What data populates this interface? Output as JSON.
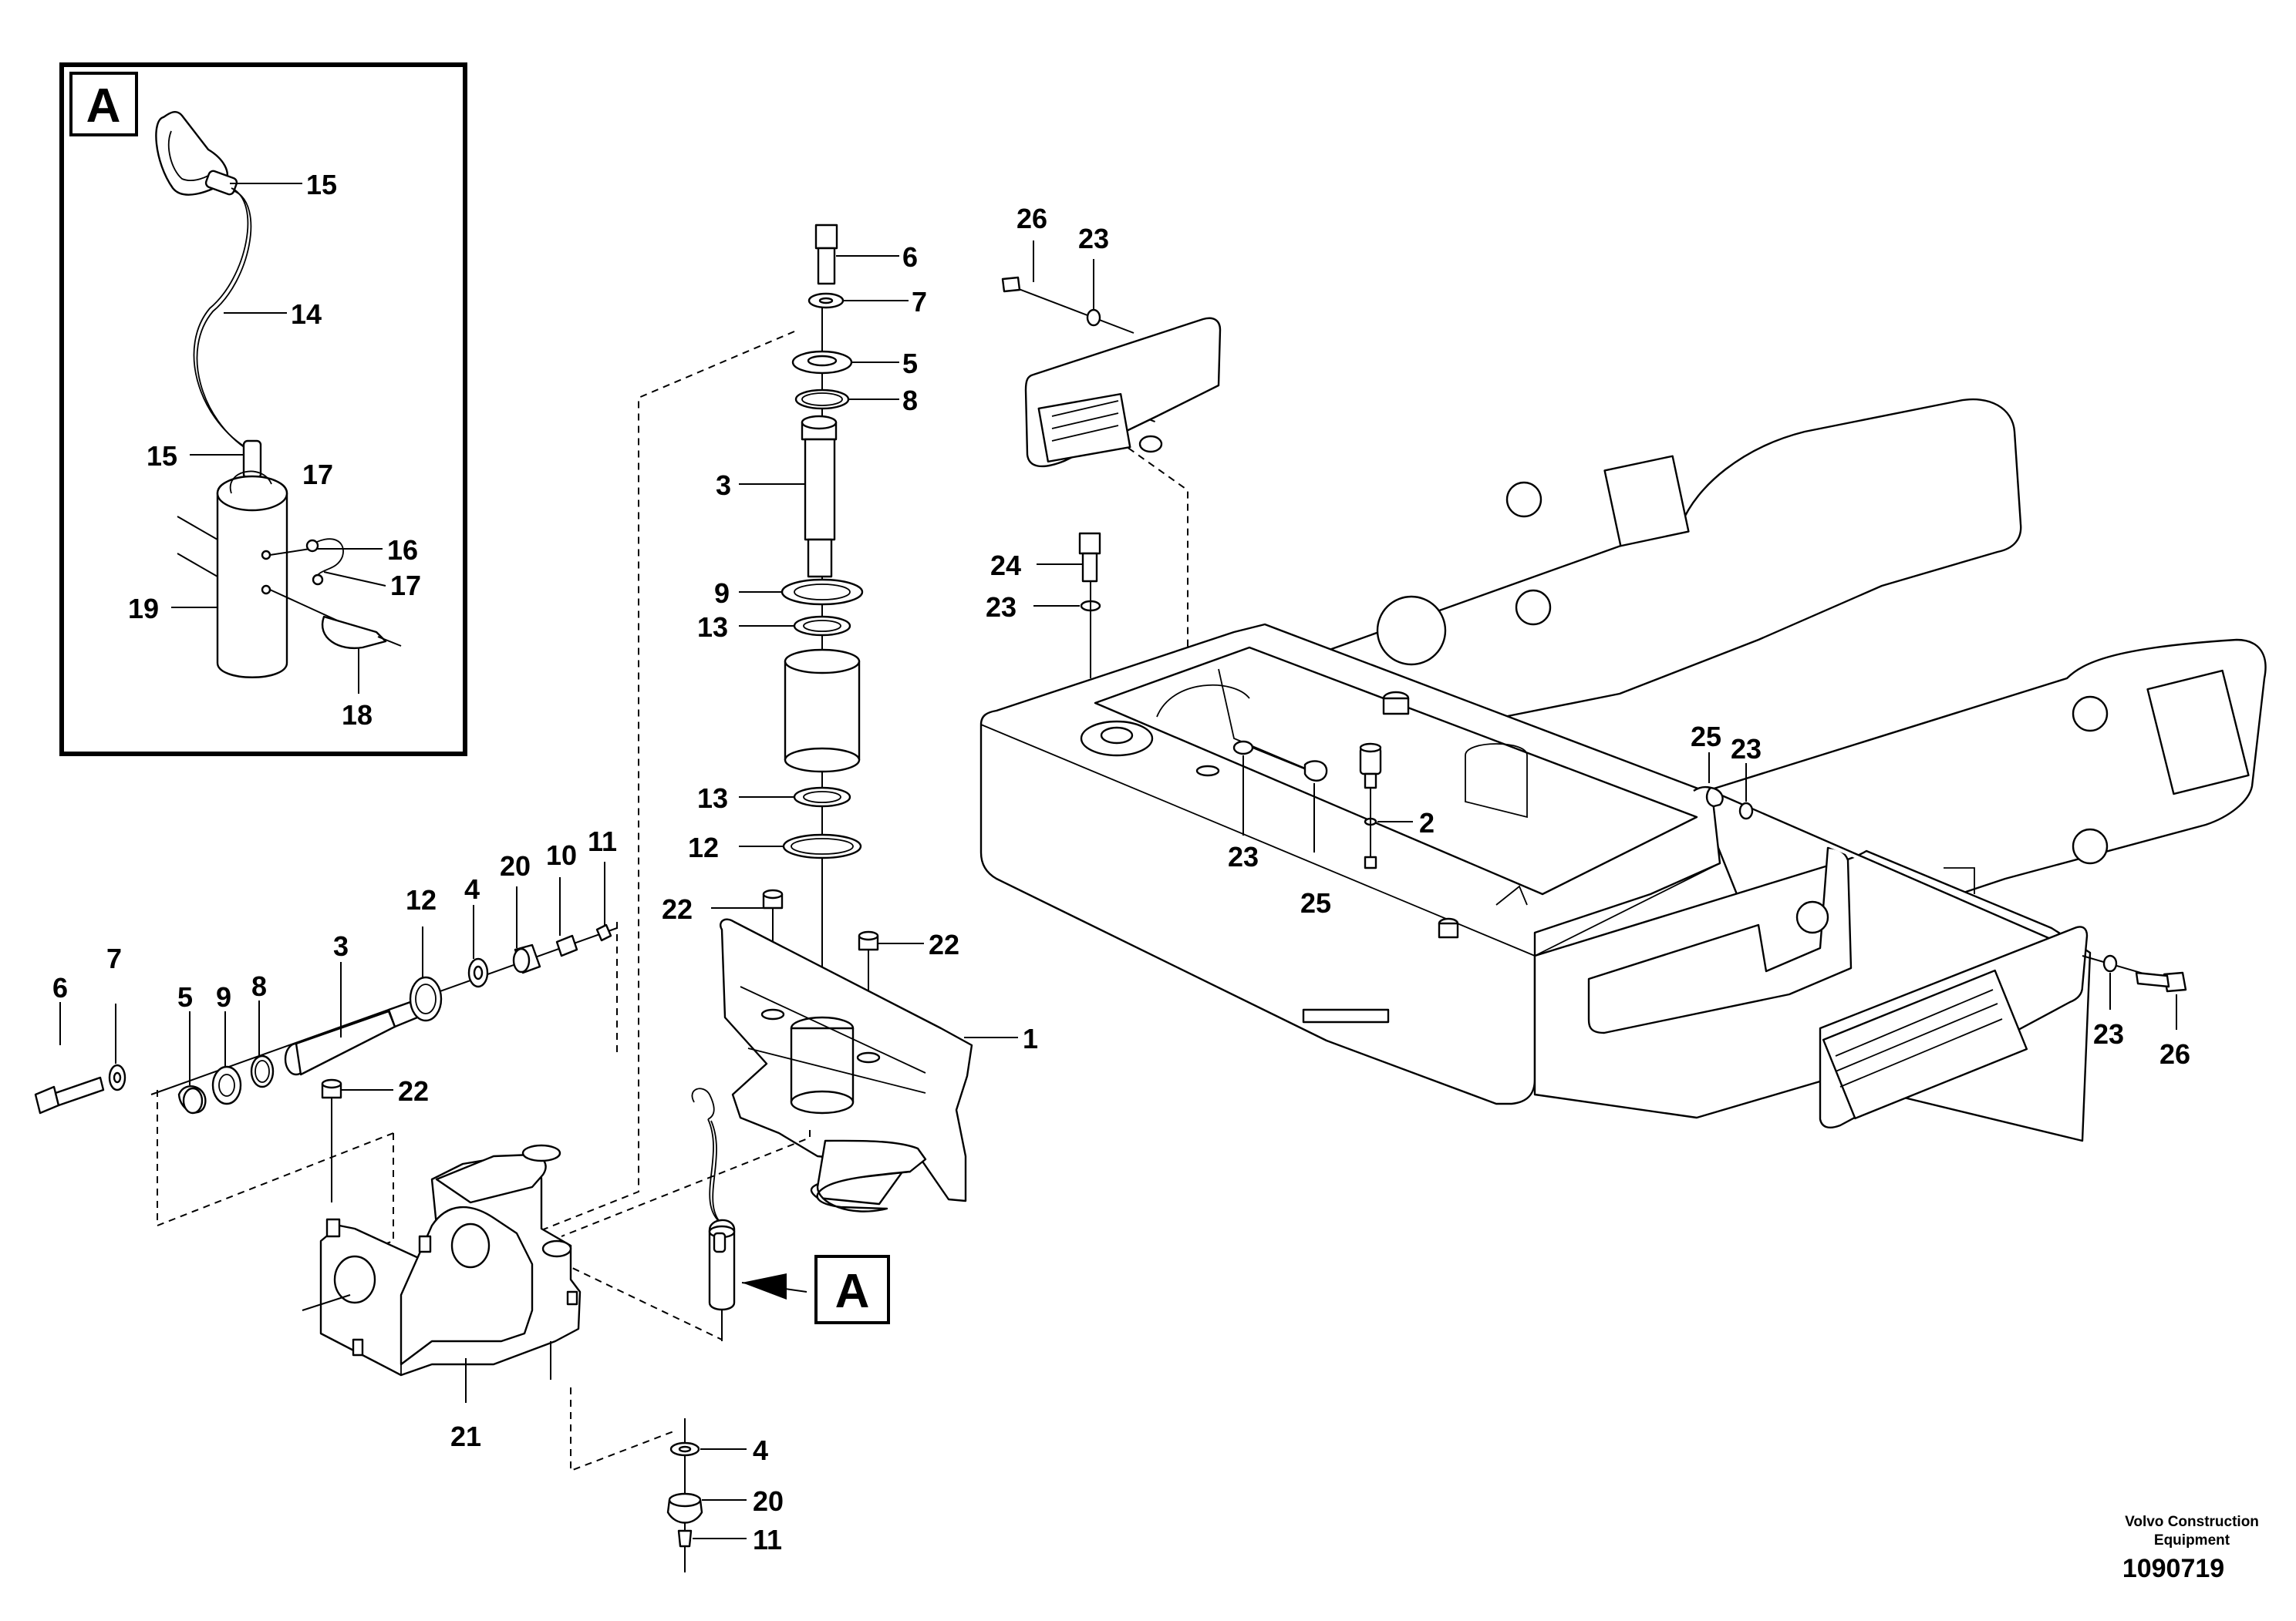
{
  "detail_view": {
    "marker": "A",
    "labels": [
      "15",
      "14",
      "15",
      "17",
      "16",
      "17",
      "19",
      "18"
    ]
  },
  "callout": {
    "marker": "A"
  },
  "pin_stack_labels": [
    "6",
    "7",
    "5",
    "8",
    "3",
    "9",
    "13",
    "13",
    "12",
    "22",
    "22",
    "1"
  ],
  "frame_labels": [
    "26",
    "23",
    "24",
    "23",
    "23",
    "25",
    "2",
    "25",
    "23",
    "23",
    "26"
  ],
  "hitch_labels": [
    "6",
    "7",
    "5",
    "9",
    "8",
    "3",
    "12",
    "4",
    "20",
    "10",
    "11",
    "22",
    "21"
  ],
  "lower_labels": [
    "4",
    "20",
    "11"
  ],
  "credit": {
    "line1": "Volvo Construction",
    "line2": "Equipment",
    "ref": "1090719"
  }
}
